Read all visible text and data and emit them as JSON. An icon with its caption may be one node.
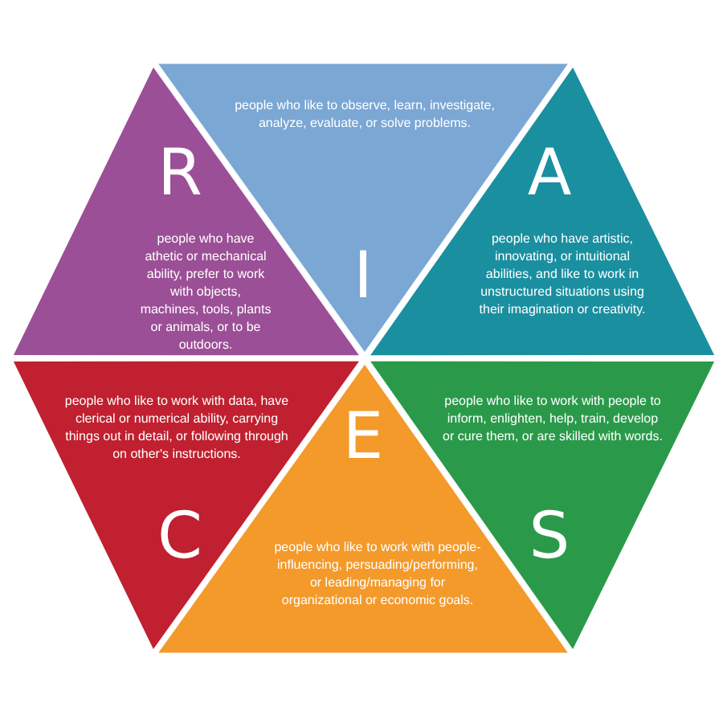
{
  "diagram": {
    "nodes": [
      {
        "text": [
          "R",
          "people who have athetic or mechanical ability, prefer to work with objects, machines, tools, plants or animals, or to be outdoors."
        ]
      },
      {
        "text": [
          "people who like to observe, learn, investigate, analyze, evaluate, or solve problems.",
          "I"
        ]
      },
      {
        "text": [
          "A",
          "people who have artistic, innovating, or intuitional abilities, and like to work in unstructured situations using their imagination or creativity."
        ]
      },
      {
        "text": [
          "people who like to work with data, have clerical or numerical ability, carrying things out in detail, or following through on other's instructions.",
          "C"
        ]
      },
      {
        "text": [
          "E",
          "people who like to work with people-influencing, persuading/performing, or leading/managing for organizational or economic goals."
        ]
      },
      {
        "text": [
          "people who like to work with people to inform, enlighten, help, train, develop or cure them, or are skilled with words.",
          "S"
        ]
      }
    ],
    "edges": []
  }
}
